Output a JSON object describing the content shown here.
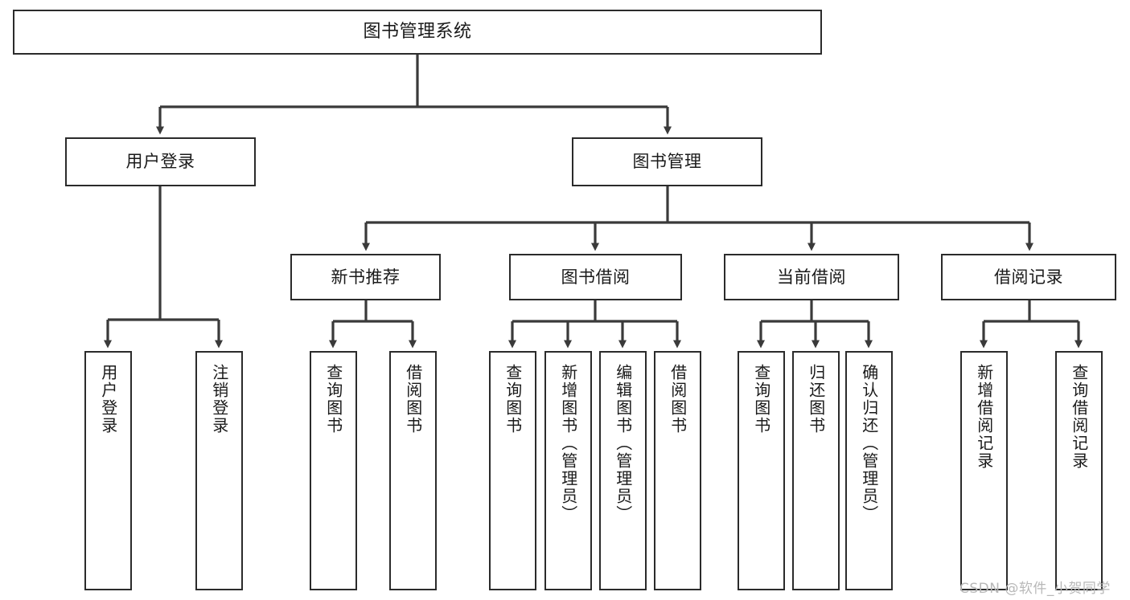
{
  "diagram": {
    "title": "图书管理系统",
    "type": "hierarchy-tree",
    "colors": {
      "box_border": "#2b2b2b",
      "box_fill": "#ffffff",
      "connector": "#3a3a3a",
      "text": "#1a1a1a",
      "watermark": "#b8b8b8",
      "background": "#ffffff"
    },
    "levels": {
      "level1": [
        {
          "id": "root",
          "label": "图书管理系统",
          "orientation": "horizontal"
        }
      ],
      "level2": [
        {
          "id": "user-login",
          "label": "用户登录",
          "orientation": "horizontal"
        },
        {
          "id": "book-manage",
          "label": "图书管理",
          "orientation": "horizontal"
        }
      ],
      "level3": [
        {
          "id": "new-book-rec",
          "label": "新书推荐",
          "orientation": "horizontal",
          "parent": "book-manage"
        },
        {
          "id": "book-borrow",
          "label": "图书借阅",
          "orientation": "horizontal",
          "parent": "book-manage"
        },
        {
          "id": "current-borrow",
          "label": "当前借阅",
          "orientation": "horizontal",
          "parent": "book-manage"
        },
        {
          "id": "borrow-record",
          "label": "借阅记录",
          "orientation": "horizontal",
          "parent": "book-manage"
        }
      ],
      "level4": [
        {
          "id": "leaf-user-login",
          "label": "用户登录",
          "orientation": "vertical",
          "parent": "user-login"
        },
        {
          "id": "leaf-logout-login",
          "label": "注销登录",
          "orientation": "vertical",
          "parent": "user-login"
        },
        {
          "id": "leaf-query-book-1",
          "label": "查询图书",
          "orientation": "vertical",
          "parent": "new-book-rec"
        },
        {
          "id": "leaf-borrow-book-1",
          "label": "借阅图书",
          "orientation": "vertical",
          "parent": "new-book-rec"
        },
        {
          "id": "leaf-query-book-2",
          "label": "查询图书",
          "orientation": "vertical",
          "parent": "book-borrow"
        },
        {
          "id": "leaf-add-book",
          "label": "新增图书（管理员）",
          "orientation": "vertical",
          "parent": "book-borrow"
        },
        {
          "id": "leaf-edit-book",
          "label": "编辑图书（管理员）",
          "orientation": "vertical",
          "parent": "book-borrow"
        },
        {
          "id": "leaf-borrow-book-2",
          "label": "借阅图书",
          "orientation": "vertical",
          "parent": "book-borrow"
        },
        {
          "id": "leaf-query-book-3",
          "label": "查询图书",
          "orientation": "vertical",
          "parent": "current-borrow"
        },
        {
          "id": "leaf-return-book",
          "label": "归还图书",
          "orientation": "vertical",
          "parent": "current-borrow"
        },
        {
          "id": "leaf-confirm-return",
          "label": "确认归还（管理员）",
          "orientation": "vertical",
          "parent": "current-borrow"
        },
        {
          "id": "leaf-add-record",
          "label": "新增借阅记录",
          "orientation": "vertical",
          "parent": "borrow-record"
        },
        {
          "id": "leaf-query-record",
          "label": "查询借阅记录",
          "orientation": "vertical",
          "parent": "borrow-record"
        }
      ]
    }
  },
  "watermark": {
    "text": "CSDN @软件_小贺同学"
  }
}
